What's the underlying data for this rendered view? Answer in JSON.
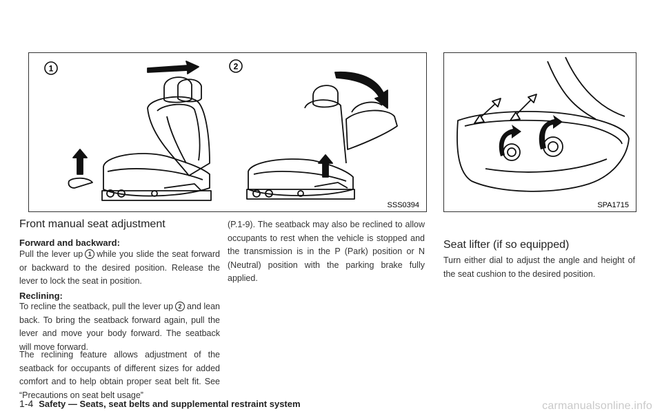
{
  "figures": {
    "left": {
      "code": "SSS0394",
      "callout_1": "1",
      "callout_2": "2"
    },
    "right": {
      "code": "SPA1715"
    }
  },
  "col1": {
    "heading": "Front manual seat adjustment",
    "sub1": "Forward and backward:",
    "p1a": "Pull the lever up",
    "p1_callout": "1",
    "p1b": "while you slide the seat forward or backward to the desired position. Release the lever to lock the seat in position.",
    "sub2": "Reclining:",
    "p2a": "To recline the seatback, pull the lever up",
    "p2_callout": "2",
    "p2b": "and lean back. To bring the seatback forward again, pull the lever and move your body forward. The seatback will move forward.",
    "p3": "The reclining feature allows adjustment of the seatback for occupants of different sizes for added comfort and to help obtain proper seat belt fit. See “Precautions on seat belt usage”"
  },
  "col2": {
    "p1": "(P.1-9). The seatback may also be reclined to allow occupants to rest when the vehicle is stopped and the transmission is in the P (Park) position or N (Neutral) position with the parking brake fully applied."
  },
  "col3": {
    "heading": "Seat lifter (if so equipped)",
    "p1": "Turn either dial to adjust the angle and height of the seat cushion to the desired position."
  },
  "footer": {
    "page": "1-4",
    "title": "Safety — Seats, seat belts and supplemental restraint system"
  },
  "watermark": "carmanualsonline.info"
}
